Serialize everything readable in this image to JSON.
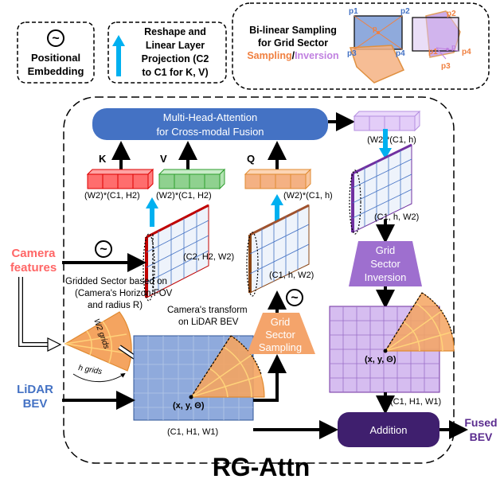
{
  "legend": {
    "positional_embedding": [
      "Positional",
      "Embedding"
    ],
    "reshape": [
      "Reshape and",
      "Linear Layer",
      "Projection (C2",
      "to C1 for K, V)"
    ],
    "bilinear_title": [
      "Bi-linear Sampling",
      "for Grid Sector"
    ],
    "bilinear_sampling": "Sampling",
    "bilinear_slash": "/",
    "bilinear_inversion": "Inversion",
    "points": [
      "p1",
      "p2",
      "p3",
      "p4",
      "p"
    ],
    "tilde": "~"
  },
  "mha": [
    "Multi-Head-Attention",
    "for Cross-modal Fusion"
  ],
  "k_label": "K",
  "v_label": "V",
  "q_label": "Q",
  "dims": {
    "kv": "(W2)*(C1, H2)",
    "q": "(W2)*(C1, h)",
    "out": "(W2)*(C1, h)",
    "cam_grid": "(C2, H2, W2)",
    "q_grid": "(C1, h, W2)",
    "inv_grid": "(C1, h, W2)",
    "bev_out": "(C1, H1, W1)",
    "bev_in": "(C1, H1, W1)"
  },
  "camera_features": [
    "Camera",
    "features"
  ],
  "gridded_sector": [
    "Gridded Sector based on",
    "(Camera's Horizon FOV",
    "and radius R)"
  ],
  "w2_grids": "W2 grids",
  "h_grids": "h grids",
  "camera_transform": [
    "Camera's transform",
    "on LiDAR BEV"
  ],
  "pose": "(x, y, Θ)",
  "lidar_bev": [
    "LiDAR",
    "BEV"
  ],
  "grid_sampling": [
    "Grid",
    "Sector",
    "Sampling"
  ],
  "grid_inversion": [
    "Grid",
    "Sector",
    "Inversion"
  ],
  "addition": "Addition",
  "fused_bev": [
    "Fused",
    "BEV"
  ],
  "title": "RG-Attn",
  "colors": {
    "mha_fill": "#4472c4",
    "red": "#ff6d6d",
    "green": "#8fd18f",
    "orange": "#f4b183",
    "purple": "#d6bdf0",
    "bev_blue": "#8faadc",
    "sector": "#f4a460",
    "sampling_trap": "#f4a46b",
    "inversion_trap": "#9e6fcf",
    "addition": "#3f1f6e",
    "camera_text": "#ff6666",
    "lidar_text": "#4472c4",
    "fused_text": "#5b2c8f",
    "arrow_blue": "#00b0f0"
  }
}
